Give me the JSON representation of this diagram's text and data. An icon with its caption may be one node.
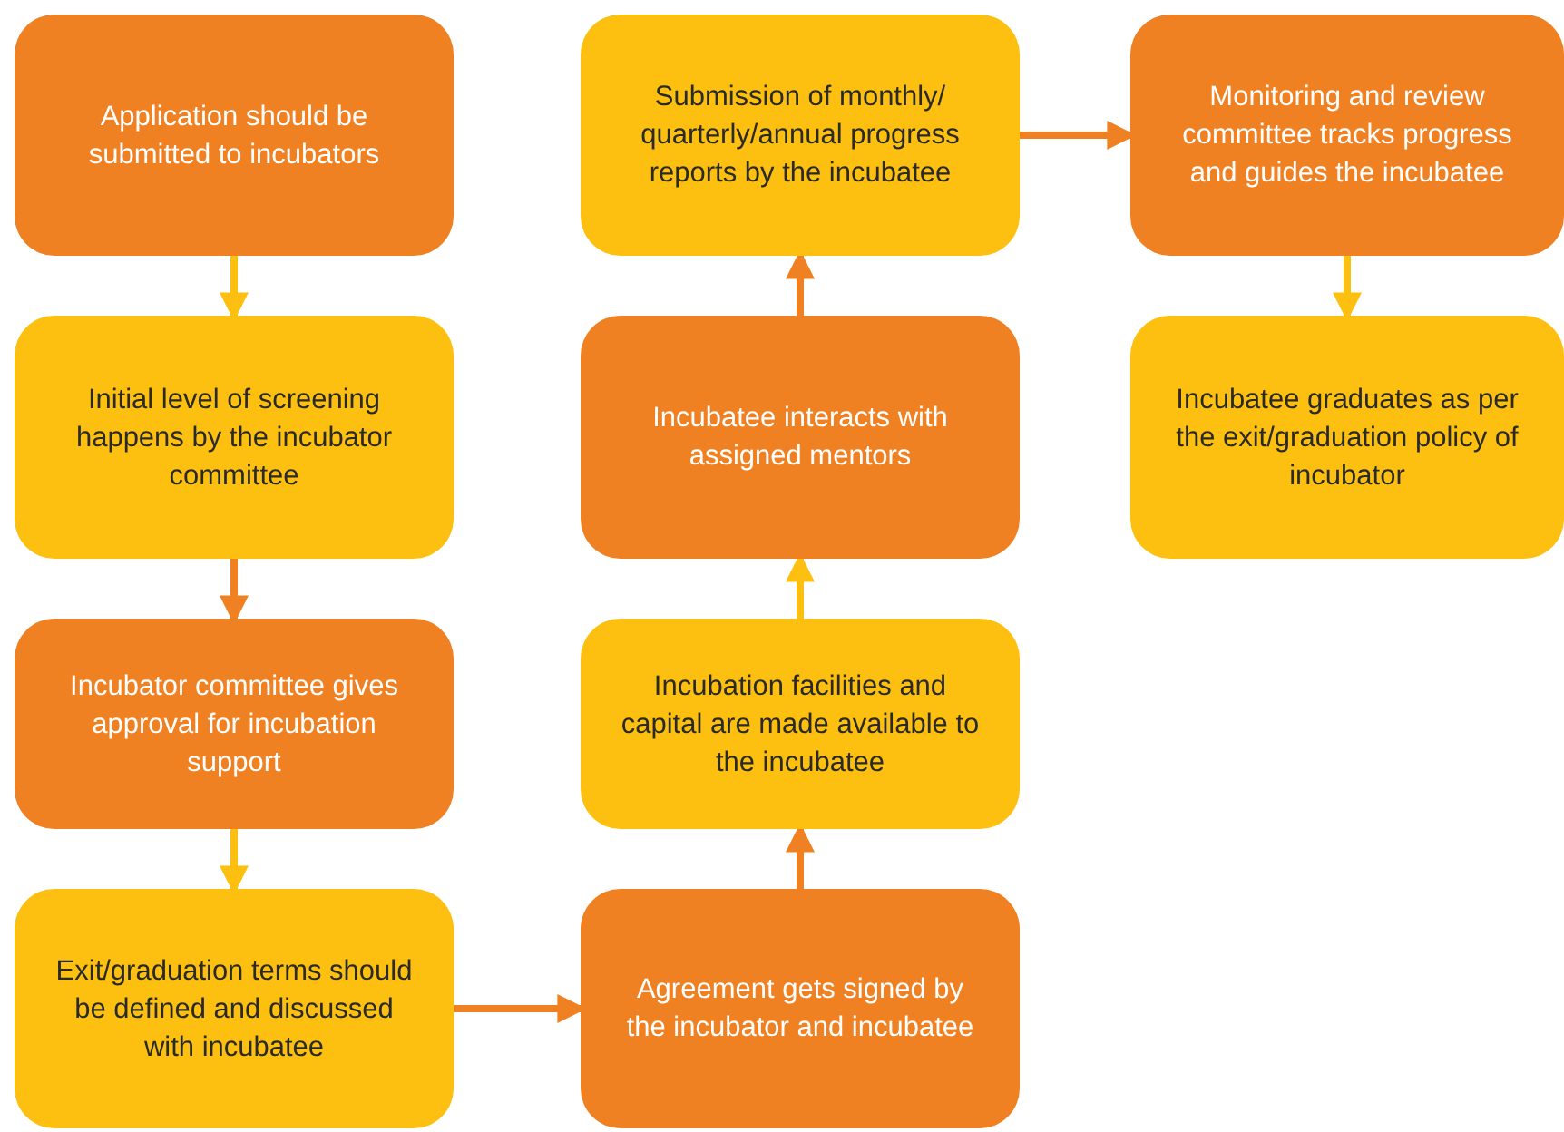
{
  "diagram": {
    "nodes": [
      {
        "text": [
          "Application should be submitted to incubators"
        ]
      },
      {
        "text": [
          "Initial level of screening happens by the incubator committee"
        ]
      },
      {
        "text": [
          "Incubator committee gives approval for incubation support"
        ]
      },
      {
        "text": [
          "Exit/graduation terms should be defined and discussed with incubatee"
        ]
      },
      {
        "text": [
          "Agreement gets signed by the incubator and incubatee"
        ]
      },
      {
        "text": [
          "Incubation facilities and capital are made available to the incubatee"
        ]
      },
      {
        "text": [
          "Incubatee interacts with assigned mentors"
        ]
      },
      {
        "text": [
          "Submission of monthly/ quarterly/annual progress reports by the incubatee"
        ]
      },
      {
        "text": [
          "Monitoring and review committee tracks progress and guides the incubatee"
        ]
      },
      {
        "text": [
          "Incubatee graduates as per the exit/graduation policy of incubator"
        ]
      }
    ],
    "edges": [
      {
        "from": 0,
        "to": 1,
        "arrow": "to",
        "color": "#fdc010"
      },
      {
        "from": 1,
        "to": 2,
        "arrow": "to"
      },
      {
        "from": 2,
        "to": 3,
        "arrow": "to",
        "color": "#fdc010"
      },
      {
        "from": 3,
        "to": 4,
        "arrow": "to"
      },
      {
        "from": 4,
        "to": 5,
        "arrow": "to"
      },
      {
        "from": 5,
        "to": 6,
        "arrow": "to",
        "color": "#fdc010"
      },
      {
        "from": 6,
        "to": 7,
        "arrow": "to"
      },
      {
        "from": 7,
        "to": 8,
        "arrow": "to"
      },
      {
        "from": 8,
        "to": 9,
        "arrow": "to",
        "color": "#fdc010"
      }
    ]
  }
}
